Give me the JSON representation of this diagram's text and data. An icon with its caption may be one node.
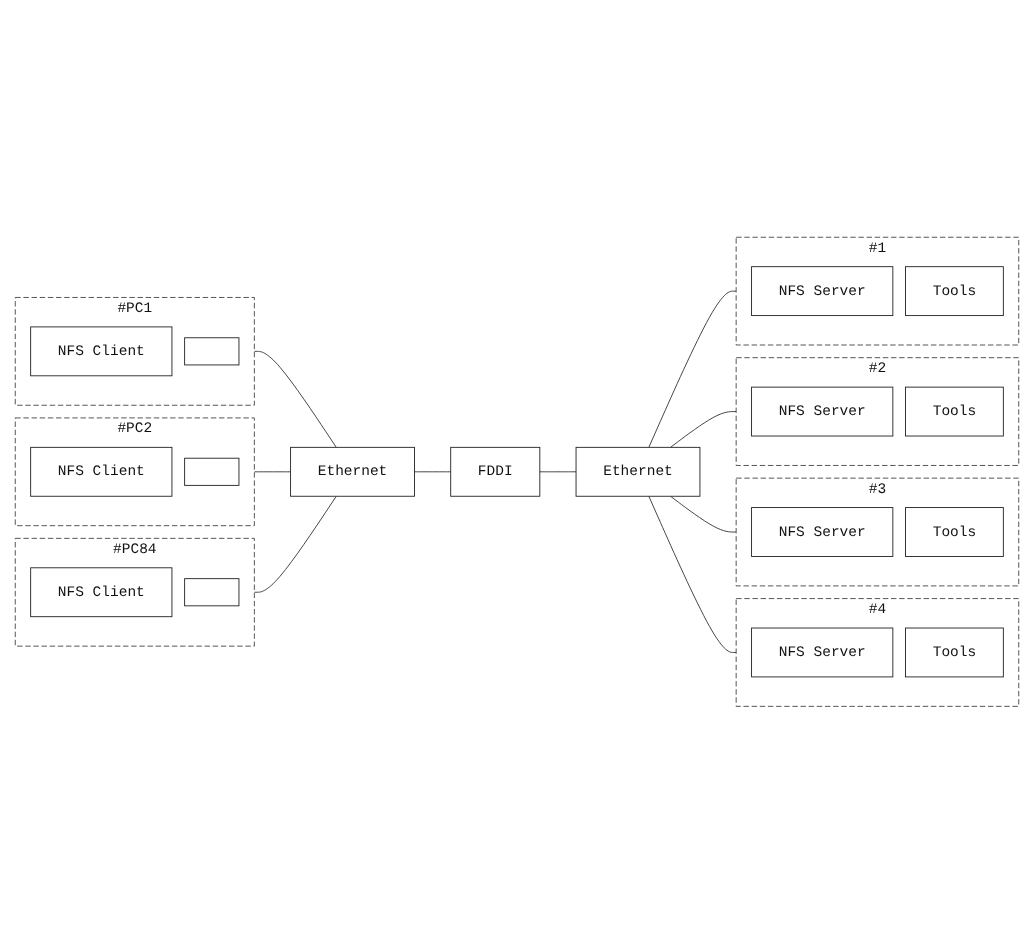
{
  "diagram": {
    "nodes": [
      {
        "text": [
          "#PC1"
        ]
      },
      {
        "text": [
          "NFS Client"
        ],
        "in": 0
      },
      {
        "text": [],
        "shape": "box",
        "in": 0
      },
      {
        "text": [
          "#PC2"
        ]
      },
      {
        "text": [
          "NFS Client"
        ],
        "in": 3
      },
      {
        "text": [],
        "shape": "box",
        "in": 3
      },
      {
        "text": [
          "#PC84"
        ]
      },
      {
        "text": [
          "NFS Client"
        ],
        "in": 6
      },
      {
        "text": [],
        "shape": "box",
        "in": 6
      },
      {
        "text": [
          "Ethernet"
        ]
      },
      {
        "text": [
          "FDDI"
        ]
      },
      {
        "text": [
          "Ethernet"
        ]
      },
      {
        "text": [
          "#1"
        ]
      },
      {
        "text": [
          "NFS Server"
        ],
        "in": 12
      },
      {
        "text": [
          "Tools"
        ],
        "in": 12
      },
      {
        "text": [
          "#2"
        ]
      },
      {
        "text": [
          "NFS Server"
        ],
        "in": 15
      },
      {
        "text": [
          "Tools"
        ],
        "in": 15
      },
      {
        "text": [
          "#3"
        ]
      },
      {
        "text": [
          "NFS Server"
        ],
        "in": 18
      },
      {
        "text": [
          "Tools"
        ],
        "in": 18
      },
      {
        "text": [
          "#4"
        ]
      },
      {
        "text": [
          "NFS Server"
        ],
        "in": 21
      },
      {
        "text": [
          "Tools"
        ],
        "in": 21
      }
    ],
    "edges": [
      {
        "from": 0,
        "to": 9,
        "arrow": "none"
      },
      {
        "from": 3,
        "to": 9,
        "arrow": "none"
      },
      {
        "from": 6,
        "to": 9,
        "arrow": "none"
      },
      {
        "from": 9,
        "to": 10,
        "arrow": "none"
      },
      {
        "from": 10,
        "to": 11,
        "arrow": "none"
      },
      {
        "from": 11,
        "to": 12,
        "arrow": "none"
      },
      {
        "from": 11,
        "to": 15,
        "arrow": "none"
      },
      {
        "from": 11,
        "to": 18,
        "arrow": "none"
      },
      {
        "from": 11,
        "to": 21,
        "arrow": "none"
      }
    ]
  }
}
